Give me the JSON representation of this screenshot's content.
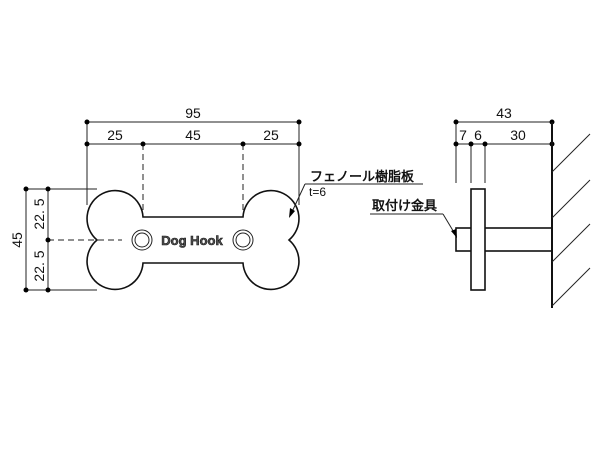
{
  "front_view": {
    "overall_width": "95",
    "left_width": "25",
    "middle_width": "45",
    "right_width": "25",
    "overall_height": "45",
    "upper_half": "22. 5",
    "lower_half": "22. 5",
    "plate_text": "Dog Hook",
    "material_label": "フェノール樹脂板",
    "thickness_label": "t=6"
  },
  "side_view": {
    "overall_depth": "43",
    "depth_a": "7",
    "depth_b": "6",
    "depth_c": "30",
    "bracket_label": "取付け金具"
  }
}
